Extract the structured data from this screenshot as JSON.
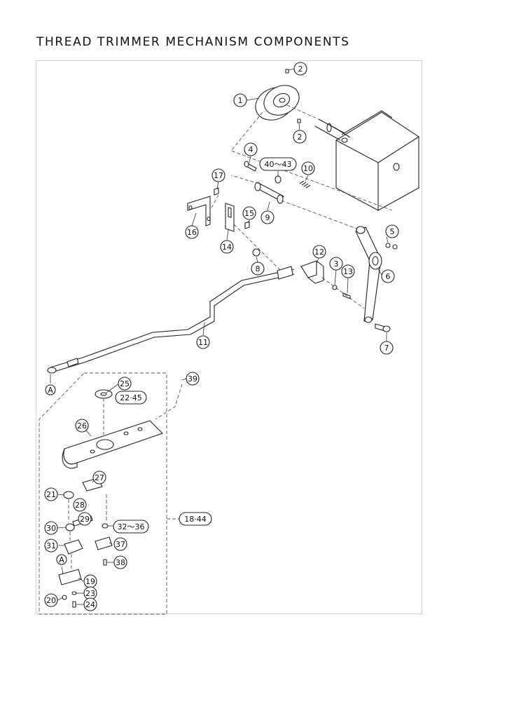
{
  "title": "THREAD TRIMMER MECHANISM COMPONENTS",
  "callouts": {
    "c1": "1",
    "c2a": "2",
    "c2b": "2",
    "c3": "3",
    "c4": "4",
    "c5": "5",
    "c6": "6",
    "c7": "7",
    "c8": "8",
    "c9": "9",
    "c10": "10",
    "c11": "11",
    "c12": "12",
    "c13": "13",
    "c14": "14",
    "c15": "15",
    "c16": "16",
    "c17": "17",
    "c19": "19",
    "c20": "20",
    "c21": "21",
    "c22_45": "22·45",
    "c23": "23",
    "c24": "24",
    "c25": "25",
    "c26": "26",
    "c27": "27",
    "c28": "28",
    "c29": "29",
    "c30": "30",
    "c31": "31",
    "c32_36": "32～36",
    "c37": "37",
    "c38": "38",
    "c39": "39",
    "c40_43": "40～43",
    "c18_44": "18·44",
    "refA1": "A",
    "refA2": "A"
  }
}
